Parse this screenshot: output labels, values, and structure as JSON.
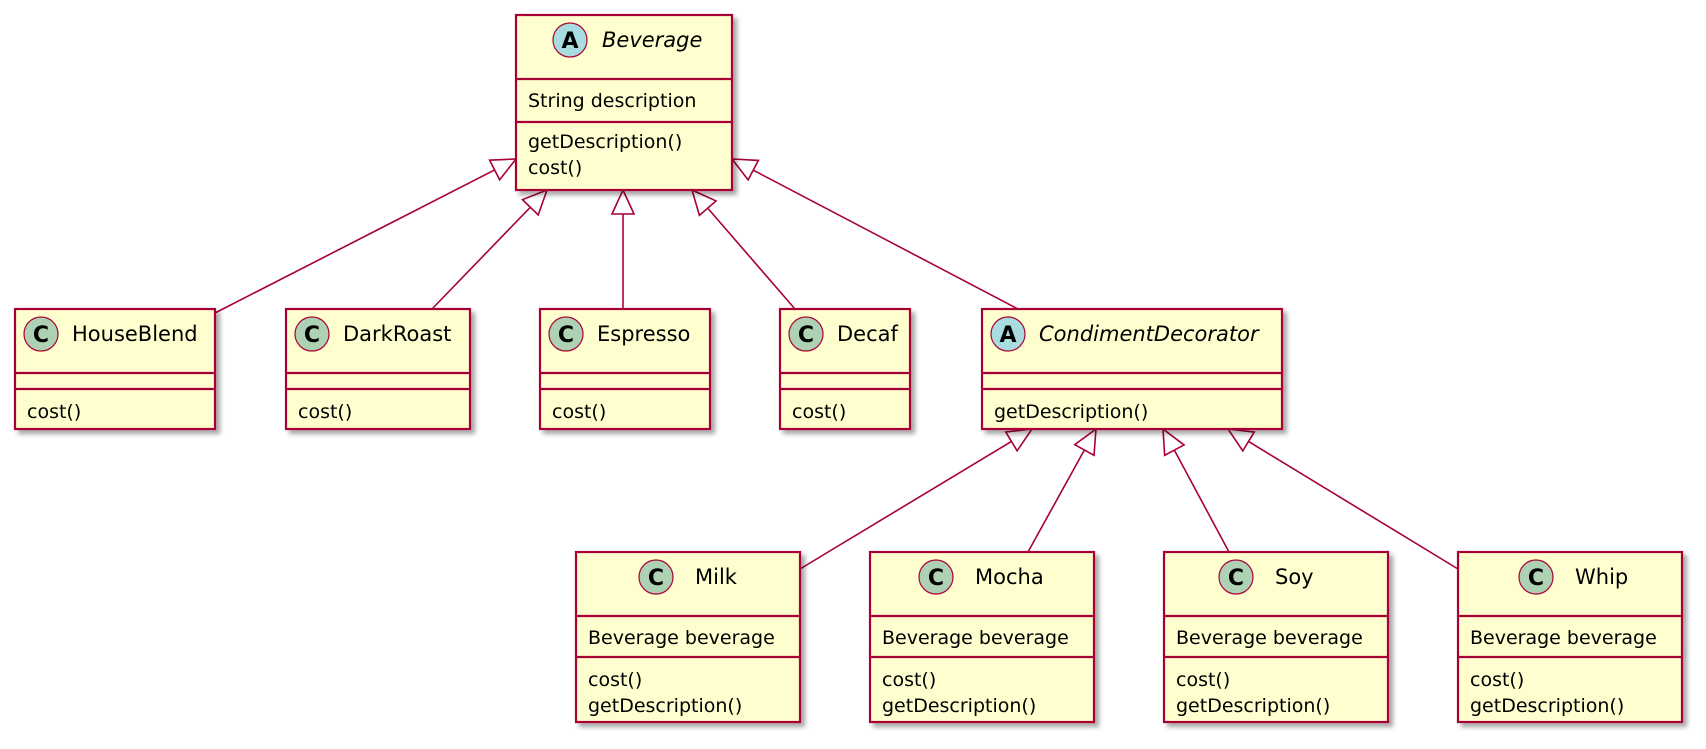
{
  "classes": {
    "beverage": {
      "name": "Beverage",
      "badge": "A",
      "abstract": true,
      "fields": [
        "String description"
      ],
      "methods": [
        "getDescription()",
        "cost()"
      ]
    },
    "houseblend": {
      "name": "HouseBlend",
      "badge": "C",
      "abstract": false,
      "fields": [],
      "methods": [
        "cost()"
      ]
    },
    "darkroast": {
      "name": "DarkRoast",
      "badge": "C",
      "abstract": false,
      "fields": [],
      "methods": [
        "cost()"
      ]
    },
    "espresso": {
      "name": "Espresso",
      "badge": "C",
      "abstract": false,
      "fields": [],
      "methods": [
        "cost()"
      ]
    },
    "decaf": {
      "name": "Decaf",
      "badge": "C",
      "abstract": false,
      "fields": [],
      "methods": [
        "cost()"
      ]
    },
    "condimentdecorator": {
      "name": "CondimentDecorator",
      "badge": "A",
      "abstract": true,
      "fields": [],
      "methods": [
        "getDescription()"
      ]
    },
    "milk": {
      "name": "Milk",
      "badge": "C",
      "abstract": false,
      "fields": [
        "Beverage beverage"
      ],
      "methods": [
        "cost()",
        "getDescription()"
      ]
    },
    "mocha": {
      "name": "Mocha",
      "badge": "C",
      "abstract": false,
      "fields": [
        "Beverage beverage"
      ],
      "methods": [
        "cost()",
        "getDescription()"
      ]
    },
    "soy": {
      "name": "Soy",
      "badge": "C",
      "abstract": false,
      "fields": [
        "Beverage beverage"
      ],
      "methods": [
        "cost()",
        "getDescription()"
      ]
    },
    "whip": {
      "name": "Whip",
      "badge": "C",
      "abstract": false,
      "fields": [
        "Beverage beverage"
      ],
      "methods": [
        "cost()",
        "getDescription()"
      ]
    }
  },
  "relations": [
    {
      "from": "houseblend",
      "to": "beverage",
      "type": "extends"
    },
    {
      "from": "darkroast",
      "to": "beverage",
      "type": "extends"
    },
    {
      "from": "espresso",
      "to": "beverage",
      "type": "extends"
    },
    {
      "from": "decaf",
      "to": "beverage",
      "type": "extends"
    },
    {
      "from": "condimentdecorator",
      "to": "beverage",
      "type": "extends"
    },
    {
      "from": "milk",
      "to": "condimentdecorator",
      "type": "extends"
    },
    {
      "from": "mocha",
      "to": "condimentdecorator",
      "type": "extends"
    },
    {
      "from": "soy",
      "to": "condimentdecorator",
      "type": "extends"
    },
    {
      "from": "whip",
      "to": "condimentdecorator",
      "type": "extends"
    }
  ],
  "colors": {
    "class_fill": "#FEFECE",
    "border": "#A80036",
    "class_badge": "#ADD1B2",
    "abstract_badge": "#A9DCDF"
  }
}
